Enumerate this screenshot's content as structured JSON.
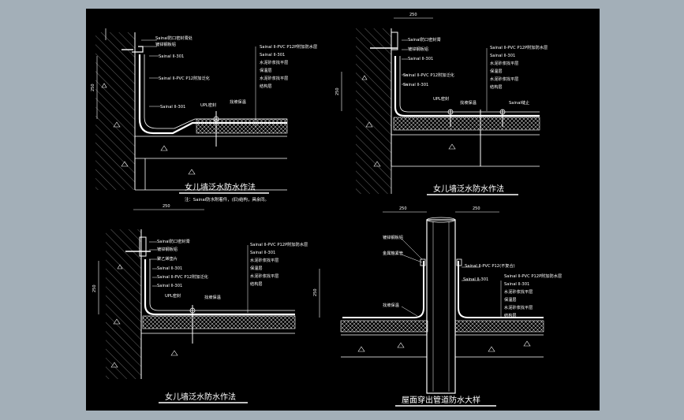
{
  "colors": {
    "frame": "#a3afb8",
    "drawing_bg": "#000000",
    "line": "#ffffff",
    "pipe": "#ffffff",
    "accent": "#e8e8e8"
  },
  "detail1": {
    "title": "女儿墙泛水防水作法",
    "note": "注：Sainal防水附着件，(旧)结构，具余同。",
    "dim_h": "250",
    "labels": [
      "Sainal防口密封膏处",
      "镀锌钢板铝",
      "Sainal II-301",
      "Sainal II-PVC P12附加泛化",
      "Sainal II-301"
    ],
    "right_labels": [
      "Sainal II-PVC P12P附加防水层",
      "Sainal II-301",
      "水泥砂浆找平层",
      "保温层",
      "水泥砂浆找平层",
      "结构层"
    ],
    "mid_labels": [
      "UPL密封",
      "找坡保温"
    ]
  },
  "detail2": {
    "title": "女儿墙泛水防水作法",
    "dim_top": "250",
    "dim_h": "250",
    "labels": [
      "Sainal防口密封膏",
      "镀锌钢板铝",
      "Sainal II-301",
      "Sainal II-PVC P12附加泛化",
      "Sainal II-301"
    ],
    "right_labels": [
      "Sainal II-PVC P12P附加防水层",
      "Sainal II-301",
      "水泥砂浆找平层",
      "保温层",
      "水泥砂浆找平层",
      "结构层"
    ],
    "mid_labels": [
      "UPL密封",
      "找坡保温",
      "Sainal缝止"
    ]
  },
  "detail3": {
    "title": "女儿墙泛水防水作法",
    "dim_top": "250",
    "dim_h": "250",
    "labels": [
      "Sainal防口密封膏",
      "镀锌钢板铝",
      "聚乙烯垫片",
      "Sainal II-301",
      "Sainal II-PVC P12附加泛化",
      "Sainal II-301"
    ],
    "right_labels": [
      "Sainal II-PVC P12P附加防水层",
      "Sainal II-301",
      "水泥砂浆找平层",
      "保温层",
      "水泥砂浆找平层",
      "结构层"
    ],
    "mid_labels": [
      "UPL密封",
      "找坡保温"
    ]
  },
  "detail4": {
    "title": "屋面穿出管道防水大样",
    "dim_left": "250",
    "dim_right": "250",
    "dim_h": "250",
    "labels_left": [
      "镀锌钢板铝",
      "金属箍紧管",
      "找坡保温"
    ],
    "right_labels": [
      "Sainal II-PVC P12(不复合)",
      "Sainal II-PVC P12P附加防水层",
      "Sainal II-301",
      "水泥砂浆找平层",
      "保温层",
      "水泥砂浆找平层",
      "结构层"
    ],
    "mid_labels": [
      "Sainal II-301"
    ]
  }
}
